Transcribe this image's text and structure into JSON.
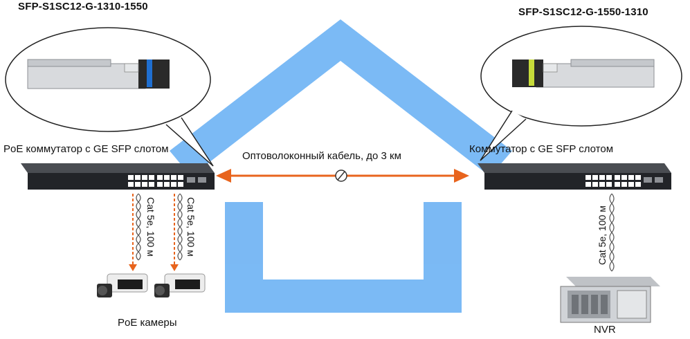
{
  "left_module_title": "SFP-S1SC12-G-1310-1550",
  "right_module_title": "SFP-S1SC12-G-1550-1310",
  "left_switch_label": "PoE коммутатор с GE SFP слотом",
  "right_switch_label": "Коммутатор с GE SFP слотом",
  "fiber_label": "Оптоволоконный кабель, до   3 км",
  "camera_cable_label_1": "Cat 5e, 100 м",
  "camera_cable_label_2": "Cat 5e, 100 м",
  "nvr_cable_label": "Cat 5e, 100 м",
  "cameras_label": "PoE камеры",
  "nvr_label": "NVR",
  "colors": {
    "house": "#74b6f4",
    "arrow": "#e8641d",
    "left_module_accent": "#1f6fd1",
    "right_module_accent": "#c6db3a"
  }
}
